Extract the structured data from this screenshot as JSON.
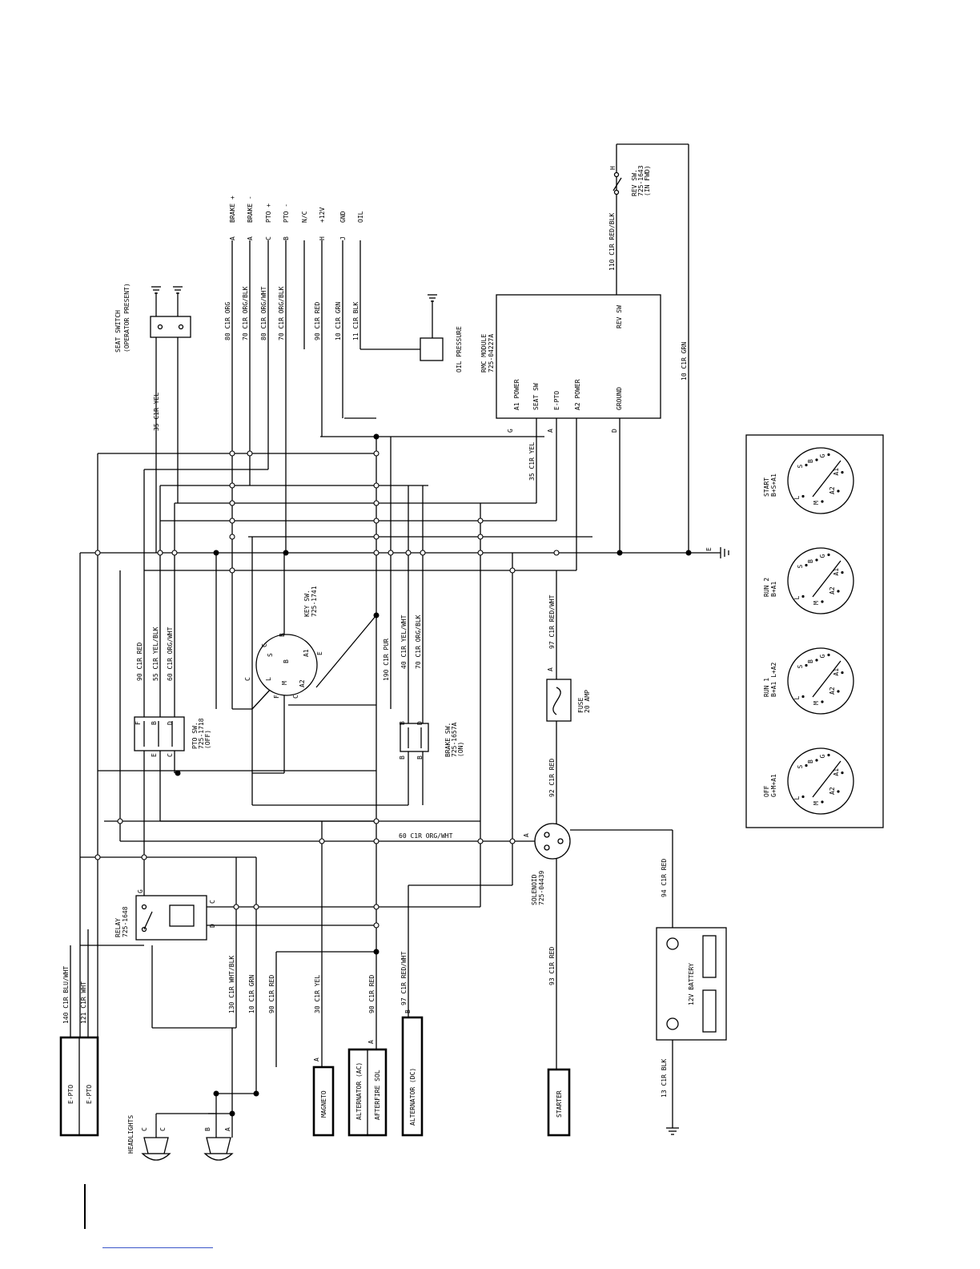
{
  "components": {
    "seat_switch": "SEAT SWITCH",
    "seat_switch_note": "(OPERATOR PRESENT)",
    "oil_pressure": "OIL PRESSURE",
    "rmc_module": "RMC MODULE",
    "rmc_part": "725-04227A",
    "rmc_pins": [
      "A1 POWER",
      "SEAT SW",
      "E-PTO",
      "A2 POWER",
      "GROUND",
      "REV SW"
    ],
    "rev_sw": "REV SW.",
    "rev_sw_part": "725-1643",
    "rev_sw_note": "(IN FWD)",
    "key_sw": "KEY SW.",
    "key_sw_part": "725-1741",
    "pto_sw": "PTO SW.",
    "pto_sw_part": "725-1718",
    "pto_sw_note": "(OFF)",
    "brake_sw": "BRAKE SW.",
    "brake_sw_part": "725-1657A",
    "brake_sw_note": "(ON)",
    "fuse": "FUSE",
    "fuse_rating": "20 AMP",
    "relay": "RELAY",
    "relay_part": "725-1648",
    "solenoid": "SOLENOID",
    "solenoid_part": "725-04439",
    "battery": "12V BATTERY",
    "starter": "STARTER",
    "magneto": "MAGNETO",
    "alternator_ac": "ALTERNATOR (AC)",
    "afterfire_sol": "AFTERFIRE SOL",
    "alternator_dc": "ALTERNATOR (DC)",
    "e_pto": "E-PTO",
    "headlights": "HEADLIGHTS"
  },
  "connector": [
    {
      "pin": "A",
      "name": "BRAKE +"
    },
    {
      "pin": "A",
      "name": "BRAKE -"
    },
    {
      "pin": "C",
      "name": "PTO +"
    },
    {
      "pin": "B",
      "name": "PTO -"
    },
    {
      "pin": "",
      "name": "N/C"
    },
    {
      "pin": "H",
      "name": "+12V"
    },
    {
      "pin": "J",
      "name": "GND"
    },
    {
      "pin": "",
      "name": "OIL"
    }
  ],
  "wires": {
    "w80_org": "80 C1R ORG",
    "w70_orgblk": "70 C1R ORG/BLK",
    "w80_orgwht": "80 C1R ORG/WHT",
    "w70_orgblk2": "70 C1R ORG/BLK",
    "w90_red": "90 C1R RED",
    "w10_grn": "10 C1R GRN",
    "w11_blk": "11 C1R BLK",
    "w35_yel": "35 C1R YEL",
    "w35_yel2": "35 C1R YEL",
    "w110_redblk": "110 C1R RED/BLK",
    "w10_grn2": "10 C1R GRN",
    "w90_red2": "90 C1R RED",
    "w55_yelblk": "55 C1R YEL/BLK",
    "w60_orgwht": "60 C1R ORG/WHT",
    "w190_pur": "190 C1R PUR",
    "w40_yelwht": "40 C1R YEL/WHT",
    "w70_orgblk3": "70 C1R ORG/BLK",
    "w97_redwht": "97 C1R RED/WHT",
    "w92_red": "92 C1R RED",
    "w60_orgwht2": "60 C1R ORG/WHT",
    "w94_red": "94 C1R RED",
    "w93_red": "93 C1R RED",
    "w13_blk": "13 C1R BLK",
    "w140_bluwht": "140 C1R BLU/WHT",
    "w121_wht": "121 C1R WHT",
    "w130_whtblk": "130 C1R WHT/BLK",
    "w10_grn3": "10 C1R GRN",
    "w90_red3": "90 C1R RED",
    "w30_yel": "30 C1R YEL",
    "w90_red4": "90 C1R RED",
    "w97_redwht2": "97 C1R RED/WHT"
  },
  "ground_label": "E",
  "key_positions": [
    {
      "name": "START",
      "terms": "B+S+A1"
    },
    {
      "name": "RUN 2",
      "terms": "B+A1"
    },
    {
      "name": "RUN 1",
      "terms": "B+A1 L+A2"
    },
    {
      "name": "OFF",
      "terms": "G+M+A1"
    }
  ]
}
